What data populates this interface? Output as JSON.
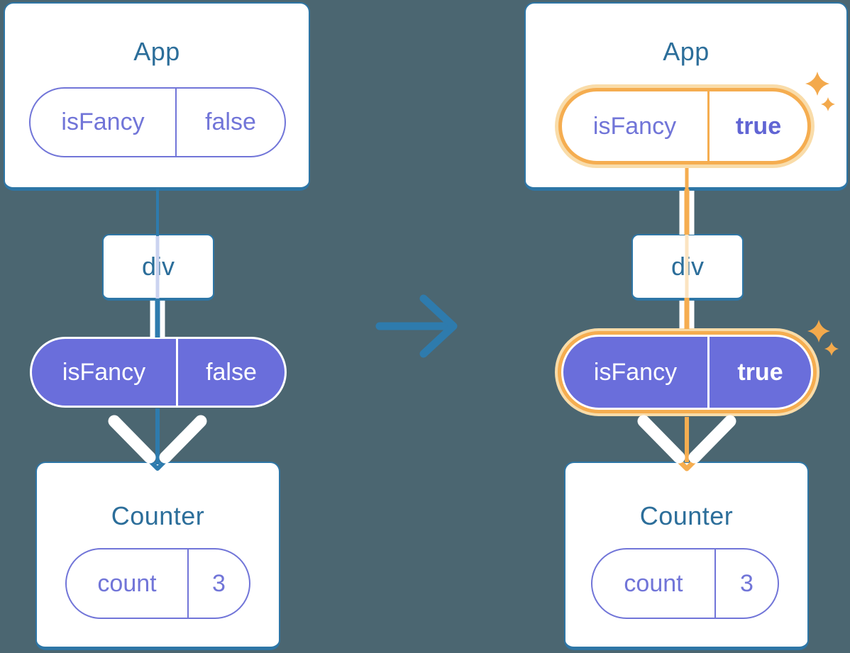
{
  "colors": {
    "background": "#4B6671",
    "card_border": "#2E76A6",
    "title": "#2C6E9A",
    "edge_blue": "#2E7BAD",
    "purple_fill": "#6A6EDB",
    "purple_text": "#7175D8",
    "purple_bold": "#6165D4",
    "orange": "#F5AD50",
    "orange_glow": "#F9DCA9",
    "passthrough_blue": "#CBD3F0",
    "passthrough_orange": "#FBE4C1",
    "sparkle": "#F3A94C"
  },
  "left": {
    "app": {
      "title": "App",
      "pill": {
        "key": "isFancy",
        "value": "false"
      }
    },
    "div": {
      "label": "div"
    },
    "pill": {
      "key": "isFancy",
      "value": "false"
    },
    "counter": {
      "title": "Counter",
      "pill": {
        "key": "count",
        "value": "3"
      }
    }
  },
  "right": {
    "app": {
      "title": "App",
      "pill": {
        "key": "isFancy",
        "value": "true"
      }
    },
    "div": {
      "label": "div"
    },
    "pill": {
      "key": "isFancy",
      "value": "true"
    },
    "counter": {
      "title": "Counter",
      "pill": {
        "key": "count",
        "value": "3"
      }
    }
  },
  "icons": {
    "transition": "right-arrow-icon",
    "highlight": "sparkle-icon"
  }
}
